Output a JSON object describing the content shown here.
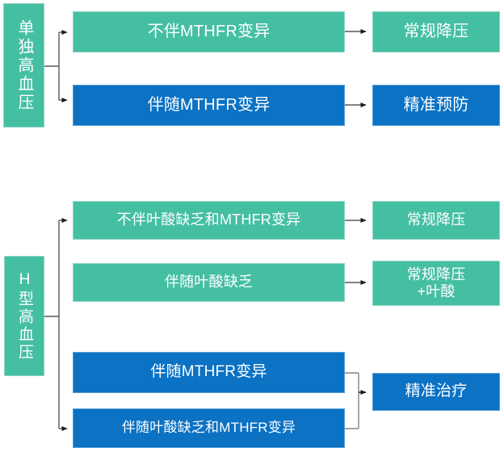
{
  "diagram": {
    "title_top_group": "单独高血压",
    "title_bottom_group": "H型高血压",
    "colors": {
      "green": "#45bfa2",
      "green_border": "#8ed6c4",
      "blue": "#0b72c4",
      "blue_border": "#5a9fd6",
      "connector": "#595959",
      "text": "#ffffff",
      "background": "#ffffff"
    },
    "groups": [
      {
        "id": "isolated-hypertension",
        "label": "单独高血压",
        "branches": [
          {
            "id": "top-branch-1",
            "condition": "不伴MTHFR变异",
            "condition_color": "green",
            "outcome": "常规降压",
            "outcome_color": "green"
          },
          {
            "id": "top-branch-2",
            "condition": "伴随MTHFR变异",
            "condition_color": "blue",
            "outcome": "精准预防",
            "outcome_color": "blue"
          }
        ]
      },
      {
        "id": "h-type-hypertension",
        "label": "H型高血压",
        "branches": [
          {
            "id": "bottom-branch-1",
            "condition": "不伴叶酸缺乏和MTHFR变异",
            "condition_color": "green",
            "outcome": "常规降压",
            "outcome_color": "green"
          },
          {
            "id": "bottom-branch-2",
            "condition": "伴随叶酸缺乏",
            "condition_color": "green",
            "outcome": "常规降压\n+叶酸",
            "outcome_color": "green"
          },
          {
            "id": "bottom-branch-3",
            "condition": "伴随MTHFR变异",
            "condition_color": "blue",
            "outcome": "精准治疗",
            "outcome_color": "blue",
            "outcome_shared": true
          },
          {
            "id": "bottom-branch-4",
            "condition": "伴随叶酸缺乏和MTHFR变异",
            "condition_color": "blue",
            "outcome": "精准治疗",
            "outcome_color": "blue",
            "outcome_shared": true
          }
        ]
      }
    ],
    "nodes": {
      "group_label_top": "单独高血压",
      "group_label_bottom": "H型高血压",
      "cond_1": "不伴MTHFR变异",
      "cond_2": "伴随MTHFR变异",
      "cond_3": "不伴叶酸缺乏和MTHFR变异",
      "cond_4": "伴随叶酸缺乏",
      "cond_5": "伴随MTHFR变异",
      "cond_6": "伴随叶酸缺乏和MTHFR变异",
      "out_1": "常规降压",
      "out_2": "精准预防",
      "out_3": "常规降压",
      "out_4": "常规降压\n+叶酸",
      "out_5": "精准治疗"
    }
  }
}
